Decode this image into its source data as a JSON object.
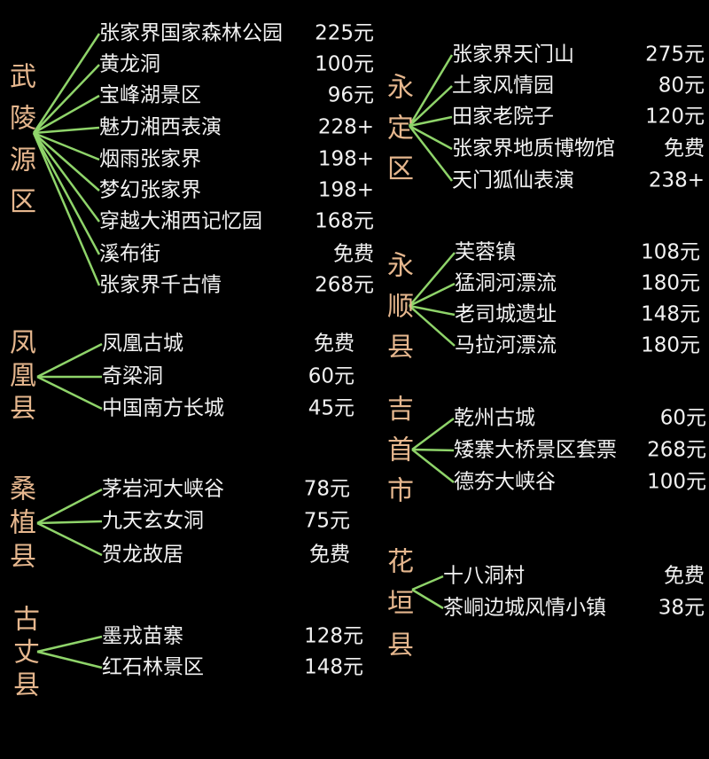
{
  "line_color": "#8fd46a",
  "label_color": "#e6b78e",
  "groups": [
    {
      "region": "武陵源区",
      "items": [
        {
          "name": "张家界国家森林公园",
          "price": "225元"
        },
        {
          "name": "黄龙洞",
          "price": "100元"
        },
        {
          "name": "宝峰湖景区",
          "price": "96元"
        },
        {
          "name": "魅力湘西表演",
          "price": "228+"
        },
        {
          "name": "烟雨张家界",
          "price": "198+"
        },
        {
          "name": "梦幻张家界",
          "price": "198+"
        },
        {
          "name": "穿越大湘西记忆园",
          "price": "168元"
        },
        {
          "name": "溪布街",
          "price": "免费"
        },
        {
          "name": "张家界千古情",
          "price": "268元"
        }
      ]
    },
    {
      "region": "凤凰县",
      "items": [
        {
          "name": "凤凰古城",
          "price": "免费"
        },
        {
          "name": "奇梁洞",
          "price": "60元"
        },
        {
          "name": "中国南方长城",
          "price": "45元"
        }
      ]
    },
    {
      "region": "桑植县",
      "items": [
        {
          "name": "茅岩河大峡谷",
          "price": "78元"
        },
        {
          "name": "九天玄女洞",
          "price": "75元"
        },
        {
          "name": "贺龙故居",
          "price": "免费"
        }
      ]
    },
    {
      "region": "古丈县",
      "items": [
        {
          "name": "墨戎苗寨",
          "price": "128元"
        },
        {
          "name": "红石林景区",
          "price": "148元"
        }
      ]
    },
    {
      "region": "永定区",
      "items": [
        {
          "name": "张家界天门山",
          "price": "275元"
        },
        {
          "name": "土家风情园",
          "price": "80元"
        },
        {
          "name": "田家老院子",
          "price": "120元"
        },
        {
          "name": "张家界地质博物馆",
          "price": "免费"
        },
        {
          "name": "天门狐仙表演",
          "price": "238+"
        }
      ]
    },
    {
      "region": "永顺县",
      "items": [
        {
          "name": "芙蓉镇",
          "price": "108元"
        },
        {
          "name": "猛洞河漂流",
          "price": "180元"
        },
        {
          "name": "老司城遗址",
          "price": "148元"
        },
        {
          "name": "马拉河漂流",
          "price": "180元"
        }
      ]
    },
    {
      "region": "吉首市",
      "items": [
        {
          "name": "乾州古城",
          "price": "60元"
        },
        {
          "name": "矮寨大桥景区套票",
          "price": "268元"
        },
        {
          "name": "德夯大峡谷",
          "price": "100元"
        }
      ]
    },
    {
      "region": "花垣县",
      "items": [
        {
          "name": "十八洞村",
          "price": "免费"
        },
        {
          "name": "茶峒边城风情小镇",
          "price": "38元"
        }
      ]
    }
  ]
}
